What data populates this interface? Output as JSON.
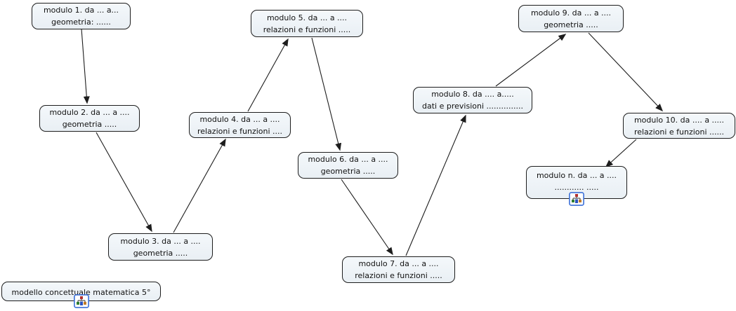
{
  "canvas": {
    "background": "#ffffff"
  },
  "colors": {
    "node_fill_top": "#f4f8fb",
    "node_fill_bottom": "#e9eff4",
    "node_border": "#1d1d1d",
    "edge_color": "#1d1d1d",
    "icon_border": "#3a6fd8",
    "icon_red": "#b23030",
    "icon_green": "#2e7d32",
    "icon_blue": "#2a52be",
    "icon_orange": "#c07c2a"
  },
  "nodes": {
    "m1": {
      "line1": "modulo 1. da ... a...",
      "line2": "geometria: ......"
    },
    "m2": {
      "line1": "modulo 2. da ... a ....",
      "line2": "geometria ....."
    },
    "m3": {
      "line1": "modulo 3. da ... a ....",
      "line2": "geometria ....."
    },
    "m4": {
      "line1": "modulo 4.  da ... a ....",
      "line2": "relazioni e funzioni ...."
    },
    "m5": {
      "line1": "modulo 5.  da ... a ....",
      "line2": "relazioni e funzioni ....."
    },
    "m6": {
      "line1": "modulo 6. da ... a ....",
      "line2": "geometria ....."
    },
    "m7": {
      "line1": "modulo 7. da ... a ....",
      "line2": "relazioni e funzioni ....."
    },
    "m8": {
      "line1": "modulo 8. da .... a.....",
      "line2": "dati e previsioni ..............."
    },
    "m9": {
      "line1": "modulo 9. da ... a ....",
      "line2": "geometria ....."
    },
    "m10": {
      "line1": "modulo 10. da .... a .....",
      "line2": "relazioni e funzioni ......"
    },
    "mn": {
      "line1": "modulo n. da ... a ....",
      "line2": "............ ....."
    },
    "modello": {
      "line1": "modello concettuale matematica 5°"
    }
  },
  "edges": [
    {
      "from": "modulo-1",
      "to": "modulo-2"
    },
    {
      "from": "modulo-2",
      "to": "modulo-3"
    },
    {
      "from": "modulo-3",
      "to": "modulo-4"
    },
    {
      "from": "modulo-4",
      "to": "modulo-5"
    },
    {
      "from": "modulo-5",
      "to": "modulo-6"
    },
    {
      "from": "modulo-6",
      "to": "modulo-7"
    },
    {
      "from": "modulo-7",
      "to": "modulo-8"
    },
    {
      "from": "modulo-8",
      "to": "modulo-9"
    },
    {
      "from": "modulo-9",
      "to": "modulo-10"
    },
    {
      "from": "modulo-10",
      "to": "modulo-n"
    }
  ],
  "icons": {
    "cmap_resource": "concept-map-resource-icon"
  }
}
